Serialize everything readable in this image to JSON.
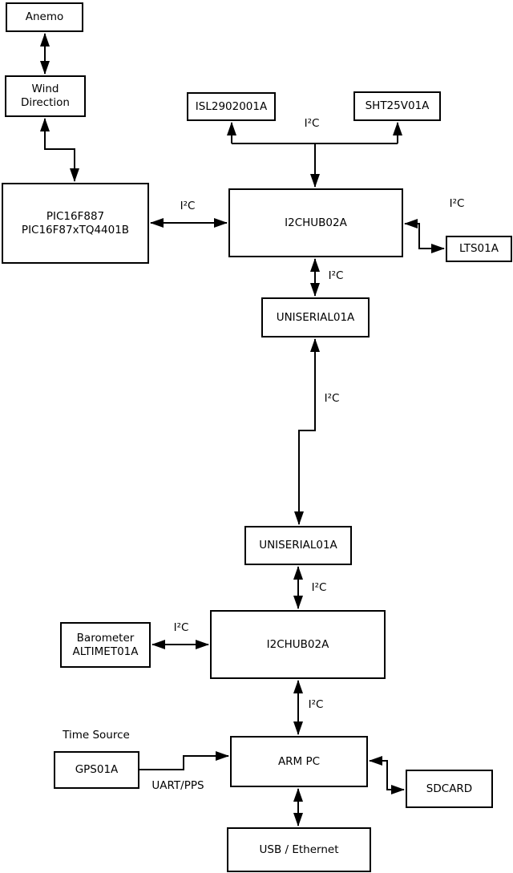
{
  "diagram": {
    "colors": {
      "background": "#ffffff",
      "line": "#000000",
      "text": "#000000"
    },
    "nodes": {
      "anemo": {
        "label": "Anemo"
      },
      "wind": {
        "label": "Wind\nDirection"
      },
      "pic": {
        "label": "PIC16F887\nPIC16F87xTQ4401B"
      },
      "isl": {
        "label": "ISL2902001A"
      },
      "sht": {
        "label": "SHT25V01A"
      },
      "hub1": {
        "label": "I2CHUB02A"
      },
      "lts": {
        "label": "LTS01A"
      },
      "uniserial1": {
        "label": "UNISERIAL01A"
      },
      "uniserial2": {
        "label": "UNISERIAL01A"
      },
      "barometer": {
        "label": "Barometer\nALTIMET01A"
      },
      "hub2": {
        "label": "I2CHUB02A"
      },
      "gps": {
        "label": "GPS01A"
      },
      "arm": {
        "label": "ARM PC"
      },
      "sdcard": {
        "label": "SDCARD"
      },
      "usb": {
        "label": "USB / Ethernet"
      }
    },
    "edge_labels": {
      "i2c_isl_sht": "I²C",
      "i2c_pic_hub1": "I²C",
      "i2c_hub1_lts": "I²C",
      "i2c_hub1_uniserial": "I²C",
      "i2c_uniserial_link": "I²C",
      "i2c_uniserial_hub2": "I²C",
      "i2c_barometer_hub2": "I²C",
      "i2c_hub2_arm": "I²C",
      "time_source": "Time Source",
      "uart_pps": "UART/PPS"
    }
  }
}
